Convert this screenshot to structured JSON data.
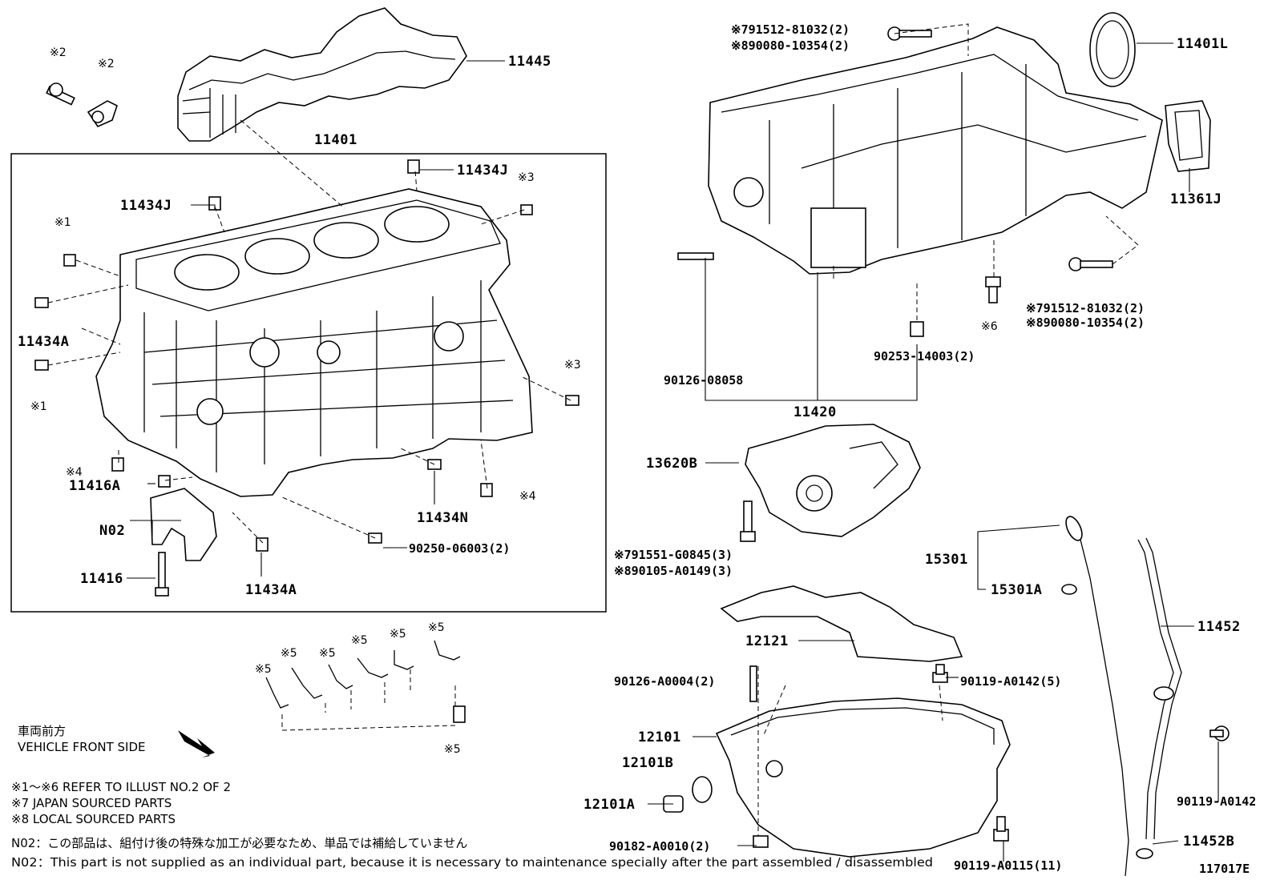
{
  "diagram": {
    "illustration_id": "117017E",
    "parts": {
      "p11445": "11445",
      "p11401": "11401",
      "p11434J_a": "11434J",
      "p11434J_b": "11434J",
      "p11434A_a": "11434A",
      "p11434A_b": "11434A",
      "p11416A": "11416A",
      "p11434N": "11434N",
      "pN02": "N02",
      "p11416": "11416",
      "p90250": "90250-06003(2)",
      "p11401L": "11401L",
      "p11361J": "11361J",
      "p90126_08058": "90126-08058",
      "p90253": "90253-14003(2)",
      "p11420": "11420",
      "p13620B": "13620B",
      "p15301": "15301",
      "p15301A": "15301A",
      "p11452": "11452",
      "p12121": "12121",
      "p90126_A0004": "90126-A0004(2)",
      "p90119_A0142_5": "90119-A0142(5)",
      "p12101": "12101",
      "p12101B": "12101B",
      "p12101A": "12101A",
      "p90182": "90182-A0010(2)",
      "p90119_A0115": "90119-A0115(11)",
      "p90119_A0142": "90119-A0142",
      "p11452B": "11452B",
      "top_bolt_7": "※791512-81032(2)",
      "top_bolt_8": "※890080-10354(2)",
      "side_bolt_7": "※791512-81032(2)",
      "side_bolt_8": "※890080-10354(2)",
      "pump_bolt_7": "※791551-G0845(3)",
      "pump_bolt_8": "※890105-A0149(3)"
    },
    "marks": {
      "m1a": "※1",
      "m1b": "※1",
      "m2a": "※2",
      "m2b": "※2",
      "m3a": "※3",
      "m3b": "※3",
      "m4a": "※4",
      "m4b": "※4",
      "m5a": "※5",
      "m5b": "※5",
      "m5c": "※5",
      "m5d": "※5",
      "m5e": "※5",
      "m5f": "※5",
      "m5g": "※5",
      "m6": "※6"
    },
    "notes": {
      "front_jp": "車両前方",
      "front_en": "VEHICLE FRONT SIDE",
      "refer": "※1～※6 REFER TO ILLUST NO.2 OF 2",
      "japan": "※7 JAPAN SOURCED PARTS",
      "local": "※8 LOCAL SOURCED PARTS",
      "n02_jp": "N02：この部品は、組付け後の特殊な加工が必要なため、単品では補給していません",
      "n02_en": "N02：This part is not supplied as an individual part, because it is necessary to maintenance specially after the part assembled / disassembled"
    }
  }
}
